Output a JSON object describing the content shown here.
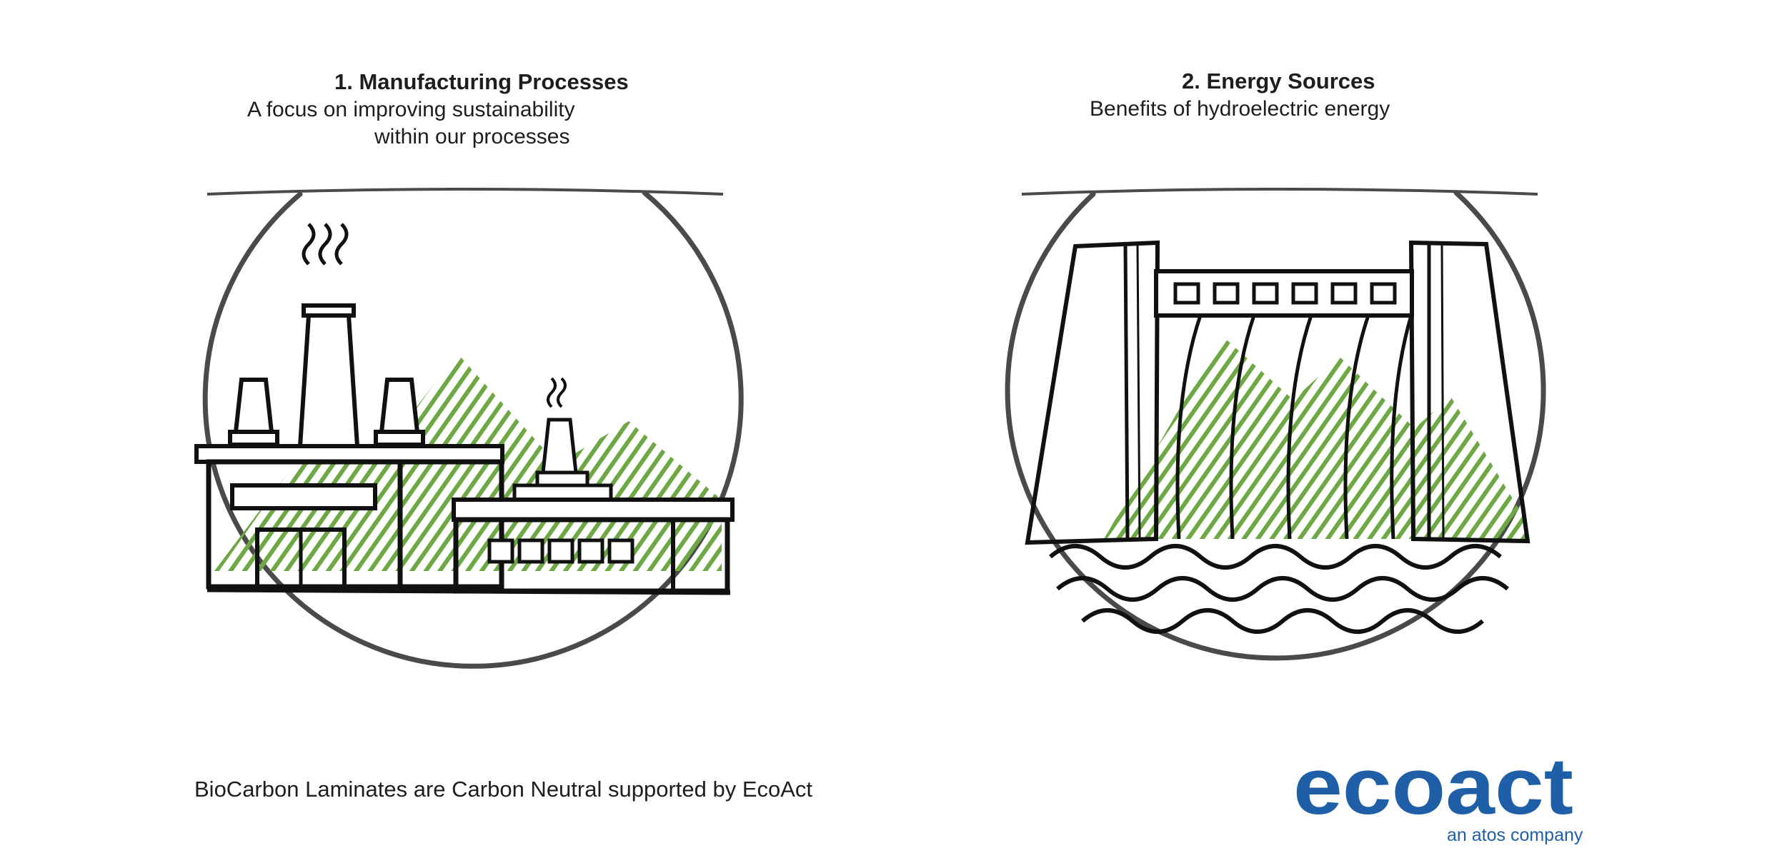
{
  "panels": [
    {
      "title": "1. Manufacturing Processes",
      "subtitle_lines": [
        "A focus on improving sustainability",
        "within our processes"
      ],
      "icon": "factory-icon"
    },
    {
      "title": "2. Energy Sources",
      "subtitle_lines": [
        "Benefits of hydroelectric energy"
      ],
      "icon": "hydroelectric-dam-icon"
    }
  ],
  "footer": {
    "text": "BioCarbon Laminates are Carbon Neutral supported by EcoAct"
  },
  "logo": {
    "wordmark": "ecoact",
    "tagline": "an atos company"
  },
  "colors": {
    "accent_green": "#6ea845",
    "ink": "#111111",
    "circle": "#4a4a4a",
    "logo_blue": "#1e5fa8"
  }
}
